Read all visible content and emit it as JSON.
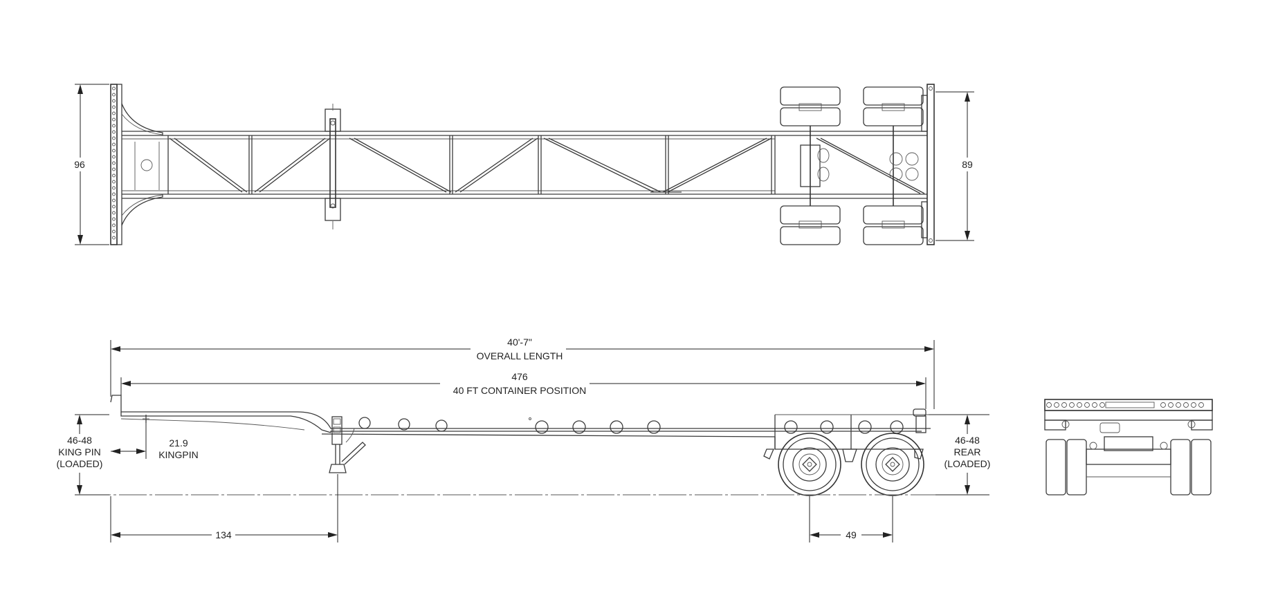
{
  "colors": {
    "line": "#3a3a3a",
    "background": "#ffffff",
    "dimension": "#222222"
  },
  "top_view": {
    "front_width": "96",
    "rear_width": "89"
  },
  "side_view": {
    "overall_length_value": "40'-7\"",
    "overall_length_label": "OVERALL LENGTH",
    "container_value": "476",
    "container_label": "40 FT CONTAINER POSITION",
    "king_pin_height": {
      "line1": "46-48",
      "line2": "KING PIN",
      "line3": "(LOADED)"
    },
    "kingpin_offset": {
      "line1": "21.9",
      "line2": "KINGPIN"
    },
    "rear_height": {
      "line1": "46-48",
      "line2": "REAR",
      "line3": "(LOADED)"
    },
    "kingpin_to_landing_gear": "134",
    "axle_spread": "49"
  }
}
